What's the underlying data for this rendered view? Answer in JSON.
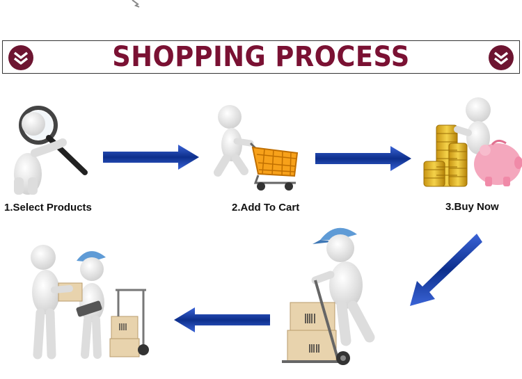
{
  "banner": {
    "title": "SHOPPING PROCESS"
  },
  "steps": [
    {
      "label": "1.Select Products",
      "icon": "magnifier-figure-icon"
    },
    {
      "label": "2.Add To Cart",
      "icon": "shopping-cart-figure-icon"
    },
    {
      "label": "3.Buy Now",
      "icon": "coins-piggybank-figure-icon"
    },
    {
      "label": "",
      "icon": "hand-truck-delivery-figure-icon"
    },
    {
      "label": "",
      "icon": "package-handover-figure-icon"
    }
  ],
  "colors": {
    "banner_text": "#7a1133",
    "badge": "#6d1531",
    "arrow": "#1f3fa0",
    "cart": "#f7a11a",
    "piggy": "#f4a7bd",
    "coin": "#e5b722",
    "cap": "#5f9bd6",
    "box": "#e8d3ad"
  }
}
